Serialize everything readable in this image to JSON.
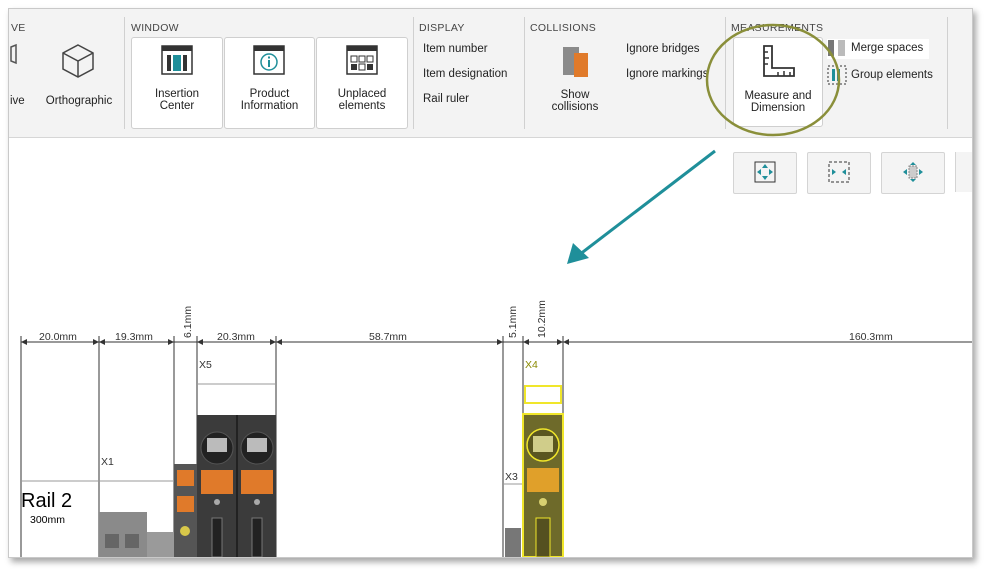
{
  "ribbon": {
    "view_group": {
      "title": "VE",
      "partial_label": "ive",
      "orthographic_label": "Orthographic"
    },
    "window_group": {
      "title": "WINDOW",
      "insertion_line1": "Insertion",
      "insertion_line2": "Center",
      "product_line1": "Product",
      "product_line2": "Information",
      "unplaced_line1": "Unplaced",
      "unplaced_line2": "elements"
    },
    "display_group": {
      "title": "DISPLAY",
      "items": [
        "Item number",
        "Item designation",
        "Rail ruler"
      ]
    },
    "collisions_group": {
      "title": "COLLISIONS",
      "show_line1": "Show",
      "show_line2": "collisions",
      "ignore_bridges": "Ignore bridges",
      "ignore_markings": "Ignore markings"
    },
    "measurements_group": {
      "title": "MEASUREMENTS",
      "measure_line1": "Measure and",
      "measure_line2": "Dimension",
      "merge_spaces": "Merge spaces",
      "group_elements": "Group elements"
    }
  },
  "canvas": {
    "dimensions": [
      "20.0mm",
      "19.3mm",
      "6.1mm",
      "20.3mm",
      "58.7mm",
      "5.1mm",
      "10.2mm",
      "160.3mm"
    ],
    "markers": {
      "x1": "X1",
      "x3": "X3",
      "x4": "X4",
      "x5": "X5"
    },
    "rail": {
      "name": "Rail 2",
      "length": "300mm"
    }
  },
  "colors": {
    "accent_teal": "#1f8f9a",
    "highlight_circle": "#8a8f3a",
    "terminal_orange": "#e07a2a",
    "terminal_yellow": "#f0e62a",
    "ribbon_bg": "#f3f3f3"
  }
}
